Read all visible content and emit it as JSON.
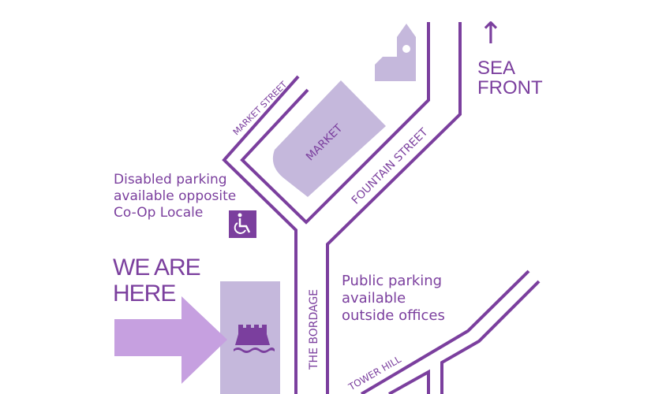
{
  "colors": {
    "road": "#7b3f9e",
    "building": "#c5b8dc",
    "arrow": "#c6a0e0",
    "text": "#7b3f9e"
  },
  "streets": {
    "market_street": "MARKET STREET",
    "fountain_street": "FOUNTAIN STREET",
    "the_bordage": "THE BORDAGE",
    "tower_hill": "TOWER HILL"
  },
  "buildings": {
    "market": "MARKET"
  },
  "notes": {
    "disabled_parking": [
      "Disabled parking",
      "available opposite",
      "Co-Op Locale"
    ],
    "public_parking": [
      "Public parking",
      "available",
      "outside offices"
    ]
  },
  "you_are_here": [
    "WE ARE",
    "HERE"
  ],
  "sea_front": {
    "arrow": "↑",
    "label": [
      "SEA",
      "FRONT"
    ]
  },
  "icons": [
    "wheelchair-icon",
    "castle-icon",
    "church-icon",
    "north-arrow-icon",
    "you-are-here-arrow-icon"
  ]
}
